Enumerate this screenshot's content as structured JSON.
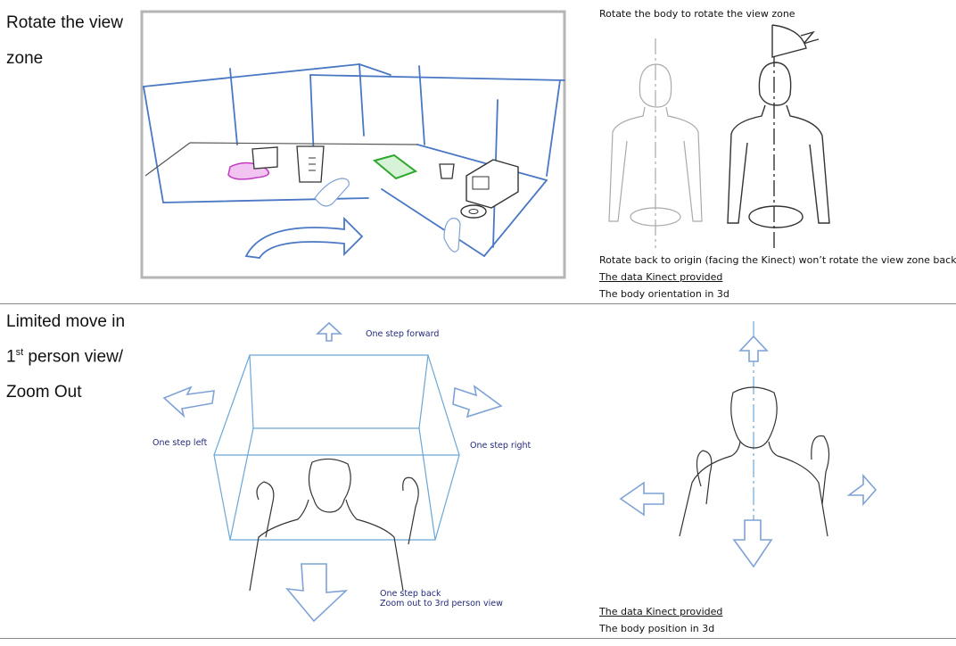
{
  "row1": {
    "category_lines": [
      "Rotate the view",
      "zone"
    ],
    "top_note": "Rotate the body to rotate the view zone",
    "bottom_note": "Rotate back to origin (facing the Kinect) won’t rotate the view zone back.",
    "data_heading": "The data Kinect provided",
    "data_value": "The body orientation in 3d"
  },
  "row2": {
    "category_line1": "Limited move in",
    "category_line2_num": "1",
    "category_line2_sup": "st",
    "category_line2_rest": " person view/",
    "category_line3": "Zoom Out",
    "label_forward": "One step forward",
    "label_left": "One step left",
    "label_right": "One step right",
    "label_back_line1": "One step back",
    "label_back_line2": "Zoom out to 3rd person view",
    "data_heading": "The data Kinect provided",
    "data_value": "The body position in 3d"
  },
  "colors": {
    "sketch_blue": "#4a78c4",
    "arrow_blue": "#7fa2d6",
    "label_navy": "#23297a",
    "magenta": "#c23bc2",
    "green": "#2ea82e",
    "gray_line": "#8a8a8a"
  }
}
